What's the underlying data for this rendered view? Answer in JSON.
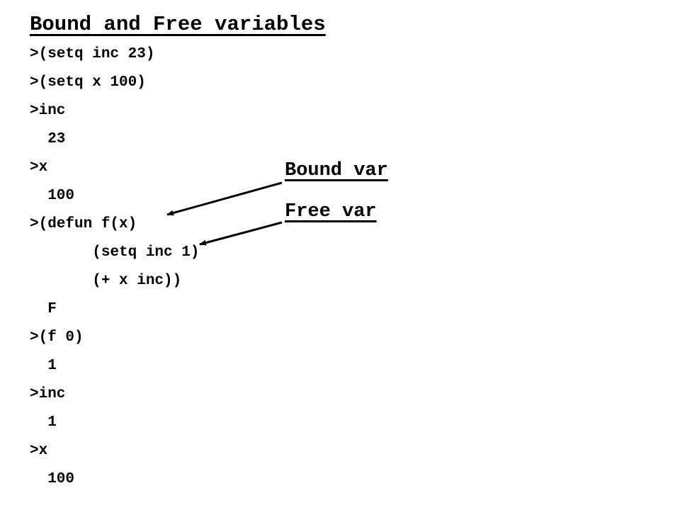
{
  "title": "Bound and Free variables",
  "lines": [
    ">(setq inc 23)",
    ">(setq x 100)",
    ">inc",
    "  23",
    ">x",
    "  100",
    ">(defun f(x)",
    "       (setq inc 1)",
    "       (+ x inc))",
    "  F",
    ">(f 0)",
    "  1",
    ">inc",
    "  1",
    ">x",
    "  100"
  ],
  "annotations": {
    "bound_label": "Bound var",
    "free_label": "Free var"
  },
  "colors": {
    "text": "#000000",
    "background": "#ffffff"
  }
}
